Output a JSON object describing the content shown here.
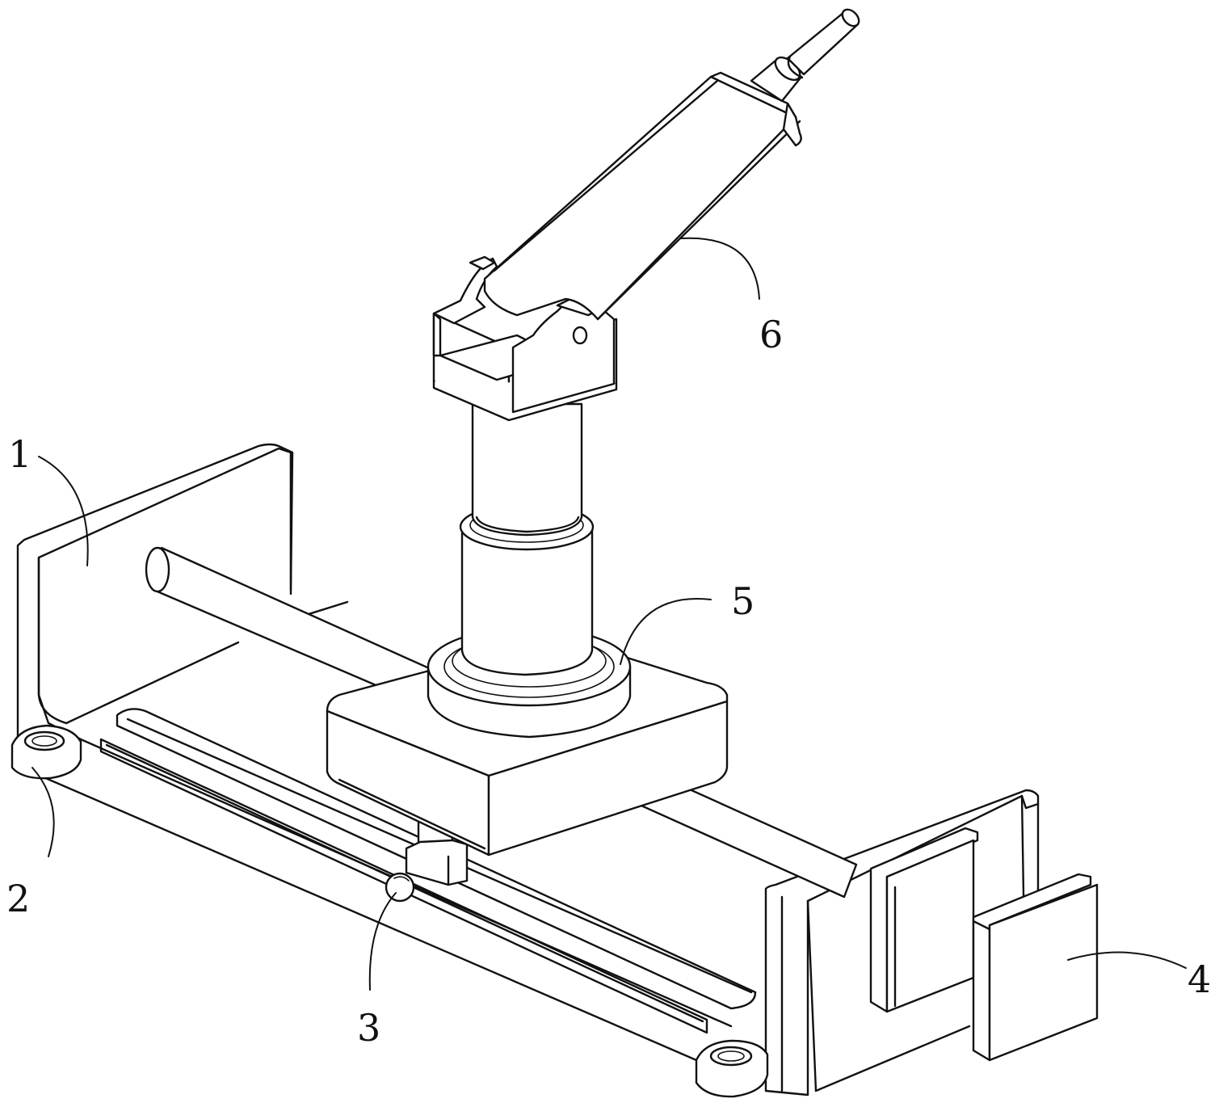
{
  "labels": {
    "frame": "1",
    "mount_ear": "2",
    "slider_pin": "3",
    "motor": "4",
    "rotary_base": "5",
    "cylinder": "6"
  }
}
